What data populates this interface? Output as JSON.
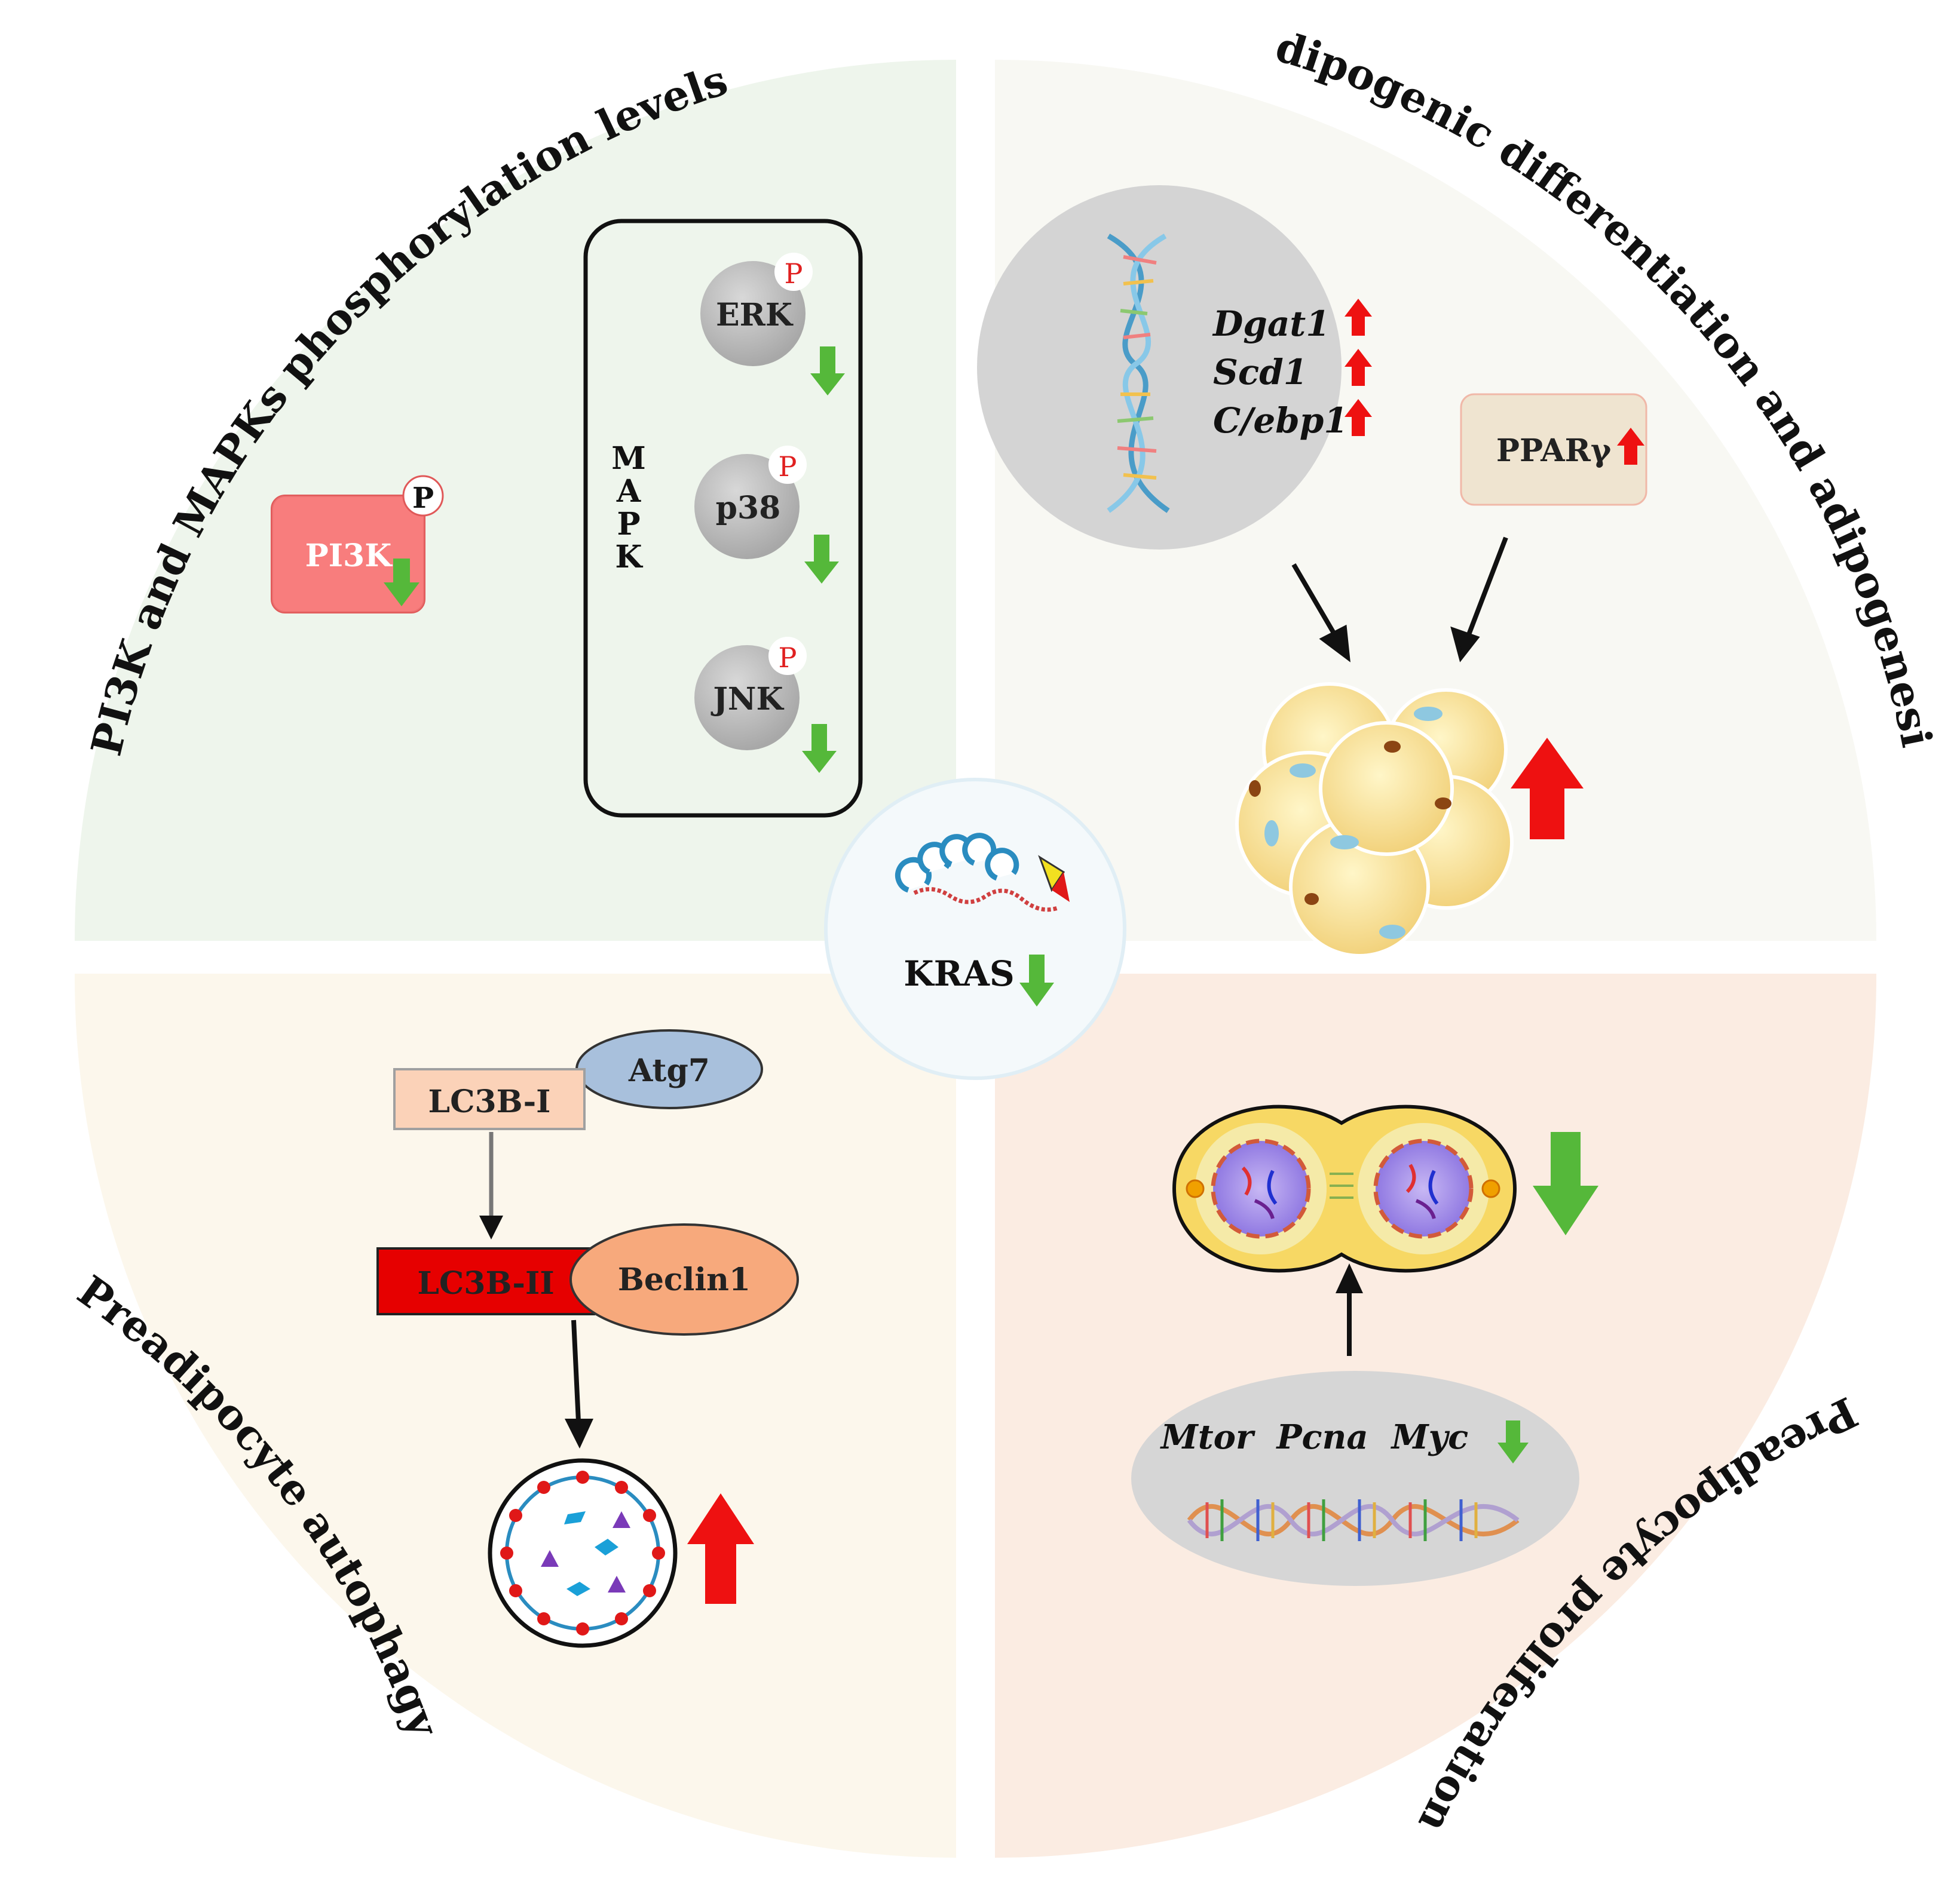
{
  "quadrants": {
    "top_left": {
      "title": "PI3K and MAPKs phosphorylation levels",
      "pi3k": {
        "label": "PI3K",
        "phospho": "P",
        "trend": "down"
      },
      "mapk_box_label": [
        "M",
        "A",
        "P",
        "K"
      ],
      "kinases": [
        {
          "label": "ERK",
          "phospho": "P",
          "trend": "down"
        },
        {
          "label": "p38",
          "phospho": "P",
          "trend": "down"
        },
        {
          "label": "JNK",
          "phospho": "P",
          "trend": "down"
        }
      ]
    },
    "top_right": {
      "title": "Adipogenic differentiation and adipogenesis",
      "genes": [
        {
          "label": "Dgat1",
          "trend": "up"
        },
        {
          "label": "Scd1",
          "trend": "up"
        },
        {
          "label": "C/ebp1",
          "trend": "up"
        }
      ],
      "ppar": {
        "label": "PPARγ",
        "trend": "up"
      },
      "adipocyte_trend": "up"
    },
    "bottom_left": {
      "title": "Preadipocyte autophagy",
      "atg7": "Atg7",
      "lc3b_i": "LC3B-I",
      "lc3b_ii": "LC3B-II",
      "beclin1": "Beclin1",
      "autophagosome_trend": "up"
    },
    "bottom_right": {
      "title": "Preadipocyte proliferation",
      "genes_label": "Mtor  Pcna  Myc",
      "genes_trend": "down",
      "cell_division_trend": "down"
    }
  },
  "center": {
    "label": "KRAS",
    "trend": "down"
  },
  "colors": {
    "top_left_bg": "#eef5ec",
    "top_right_bg": "#f8f8f3",
    "bottom_left_bg": "#fcf7ec",
    "bottom_right_bg": "#fbece2",
    "up_arrow": "#ee1111",
    "down_arrow": "#55b83a",
    "phospho": "#e02020"
  }
}
